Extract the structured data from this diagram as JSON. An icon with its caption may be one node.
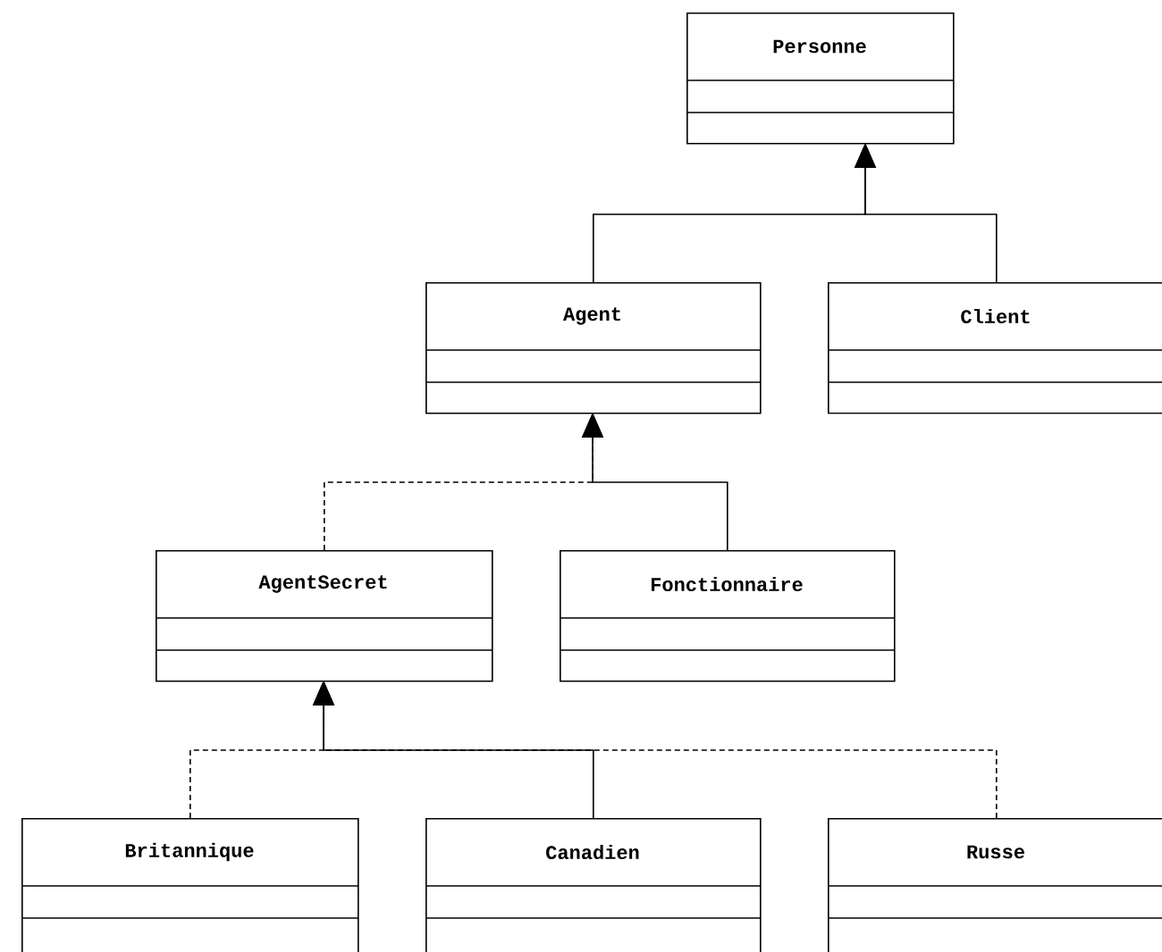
{
  "diagram": {
    "nodes": [
      {
        "text": [
          "Personne"
        ]
      },
      {
        "text": [
          "Agent"
        ]
      },
      {
        "text": [
          "Client"
        ]
      },
      {
        "text": [
          "AgentSecret"
        ]
      },
      {
        "text": [
          "Fonctionnaire"
        ]
      },
      {
        "text": [
          "Britannique"
        ]
      },
      {
        "text": [
          "Canadien"
        ]
      },
      {
        "text": [
          "Russe"
        ]
      }
    ],
    "edges": [
      {
        "from": 1,
        "to": 0,
        "arrow": "to"
      },
      {
        "from": 2,
        "to": 0,
        "arrow": "to"
      },
      {
        "from": 3,
        "to": 1,
        "arrow": "to",
        "style": "dashed"
      },
      {
        "from": 4,
        "to": 1,
        "arrow": "to"
      },
      {
        "from": 5,
        "to": 3,
        "arrow": "to",
        "style": "dashed"
      },
      {
        "from": 6,
        "to": 3,
        "arrow": "to"
      },
      {
        "from": 7,
        "to": 3,
        "arrow": "to",
        "style": "dashed"
      }
    ]
  }
}
